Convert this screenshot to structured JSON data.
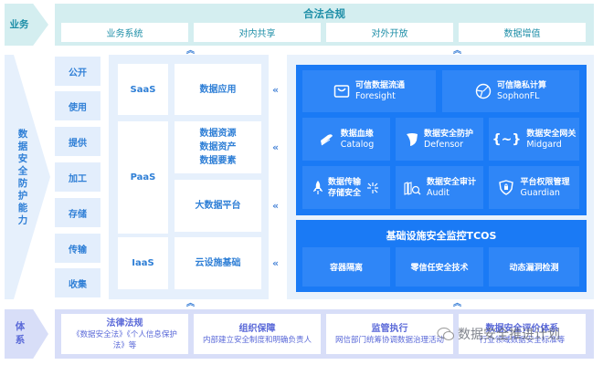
{
  "business": {
    "side_label": "业务",
    "title": "合法合规",
    "cells": [
      "业务系统",
      "对内共享",
      "对外开放",
      "数据增值"
    ]
  },
  "capability": {
    "side_label": "数据安全防护能力",
    "stages": [
      "公开",
      "使用",
      "提供",
      "加工",
      "存储",
      "传输",
      "收集"
    ]
  },
  "layers": [
    {
      "name": "SaaS",
      "content": "数据应用"
    },
    {
      "name": "PaaS",
      "content_lines": [
        "数据资源",
        "数据资产",
        "数据要素"
      ],
      "content2": "大数据平台"
    },
    {
      "name": "IaaS",
      "content": "云设施基础"
    }
  ],
  "products": [
    {
      "cn": "可信数据流通",
      "en": "Foresight",
      "icon": "bag-icon"
    },
    {
      "cn": "可信隐私计算",
      "en": "SophonFL",
      "icon": "globe-icon"
    },
    {
      "cn": "数据血缘",
      "en": "Catalog",
      "icon": "book-icon"
    },
    {
      "cn": "数据安全防护",
      "en": "Defensor",
      "icon": "shield-icon"
    },
    {
      "cn": "数据安全网关",
      "en": "Midgard",
      "icon": "braces-icon"
    },
    {
      "cn_lines": [
        "数据传输",
        "存储安全"
      ],
      "icon": "rocket-icon"
    },
    {
      "cn": "数据安全审计",
      "en": "Audit",
      "icon": "audit-icon"
    },
    {
      "cn": "平台权限管理",
      "en": "Guardian",
      "icon": "lock-shield-icon"
    }
  ],
  "tcos": {
    "title": "基础设施安全监控TCOS",
    "cells": [
      "容器隔离",
      "零信任安全技术",
      "动态漏洞检测"
    ]
  },
  "system": {
    "side_label": "体系",
    "cells": [
      {
        "title": "法律法规",
        "desc": "《数据安全法》《个人信息保护法》等"
      },
      {
        "title": "组织保障",
        "desc": "内部建立安全制度和明确负责人"
      },
      {
        "title": "监管执行",
        "desc": "网信部门统筹协调数据治理活动"
      },
      {
        "title": "数据安全评价体系",
        "desc": "行业领域数据安全标准等"
      }
    ]
  },
  "watermark": "数据安全推进计划",
  "colors": {
    "teal_band": "#d4eef0",
    "teal_text": "#1f8fa8",
    "light_blue_bg": "#e6f0fc",
    "blue_text": "#2f7fd6",
    "primary_blue": "#1a7af5",
    "tile_blue": "#2f86f7",
    "lavender_band": "#d8def8",
    "lavender_text": "#5a69d8"
  }
}
